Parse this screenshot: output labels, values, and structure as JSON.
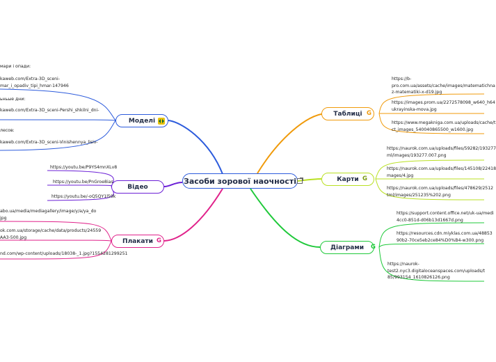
{
  "central": "Засоби зорової наочності",
  "branches": {
    "models": "Моделі",
    "video": "Відео",
    "posters": "Плакати",
    "tables": "Таблиці",
    "maps": "Карти",
    "diagrams": "Діаграми"
  },
  "models_leaves": [
    "мари і опади:",
    "kaweb.com/Extra-3D_sceni-\nmar_i_opadiv_tipi_hmar-147946",
    "ьньые дни:",
    "kaweb.com/Extra-3D_sceni-Pershi_shkilni_dni-",
    "лесов:",
    "kaweb.com/Extra-3D_sceni-Vinishennya_lisiv-"
  ],
  "video_leaves": [
    "https://youtu.be/P9YS4mnXLv8",
    "https://youtu.be/PnGroe8ias",
    "https://youtu.be/-oQ5QY1l59k"
  ],
  "posters_leaves": [
    "abo.ua/media/mediagallery/image/y/a/ya_do\njpg",
    "ok.com.ua/storage/cache/data/products/24559\nAA3-500.jpg",
    "nd.com/wp-content/uploads/18038-_1.jpg?1554281299251"
  ],
  "tables_leaves": [
    "https://b-\npro.com.ua/assets/cache/images/matematichnа\nz-matematiki-x-d19.jpg",
    "https://images.prom.ua/2272578098_w640_h64\nukrayinska-mova.jpg",
    "https://www.megaknigа.com.ua/uploads/cache/t\nct_images_540040865500_w1600.jpg"
  ],
  "maps_leaves": [
    "https://naurok.com.ua/uploads/files/59282/193277\nml/images/193277.007.png",
    "https://naurok.com.ua/uploads/files/145108/22418\nmages/4.jpg",
    "https://naurok.com.ua/uploads/files/478629/2512\ntml/images/251235%202.png"
  ],
  "diagrams_leaves": [
    "https://support.content.office.net/uk-ua/medi\n4cc0-851d-d06b13d1667d.png",
    "https://resources.cdn.miyklas.com.ua/48853\n90b2-70ce5eb2ce84%D0%B4-w300.png",
    "https://naurok-\ntest2.nyc3.digitaloceanspaces.com/uploads/t\n85/993154_1610826126.png"
  ],
  "colors": {
    "central_border": "#2c5bdc",
    "models": "#2c5bdc",
    "video": "#6b1fd6",
    "posters": "#e0218a",
    "tables": "#f09a0a",
    "maps": "#b9e022",
    "diagrams": "#1fc93a"
  },
  "icons": {
    "google": "google-icon",
    "open": "open-link-icon",
    "label": "label-icon"
  }
}
